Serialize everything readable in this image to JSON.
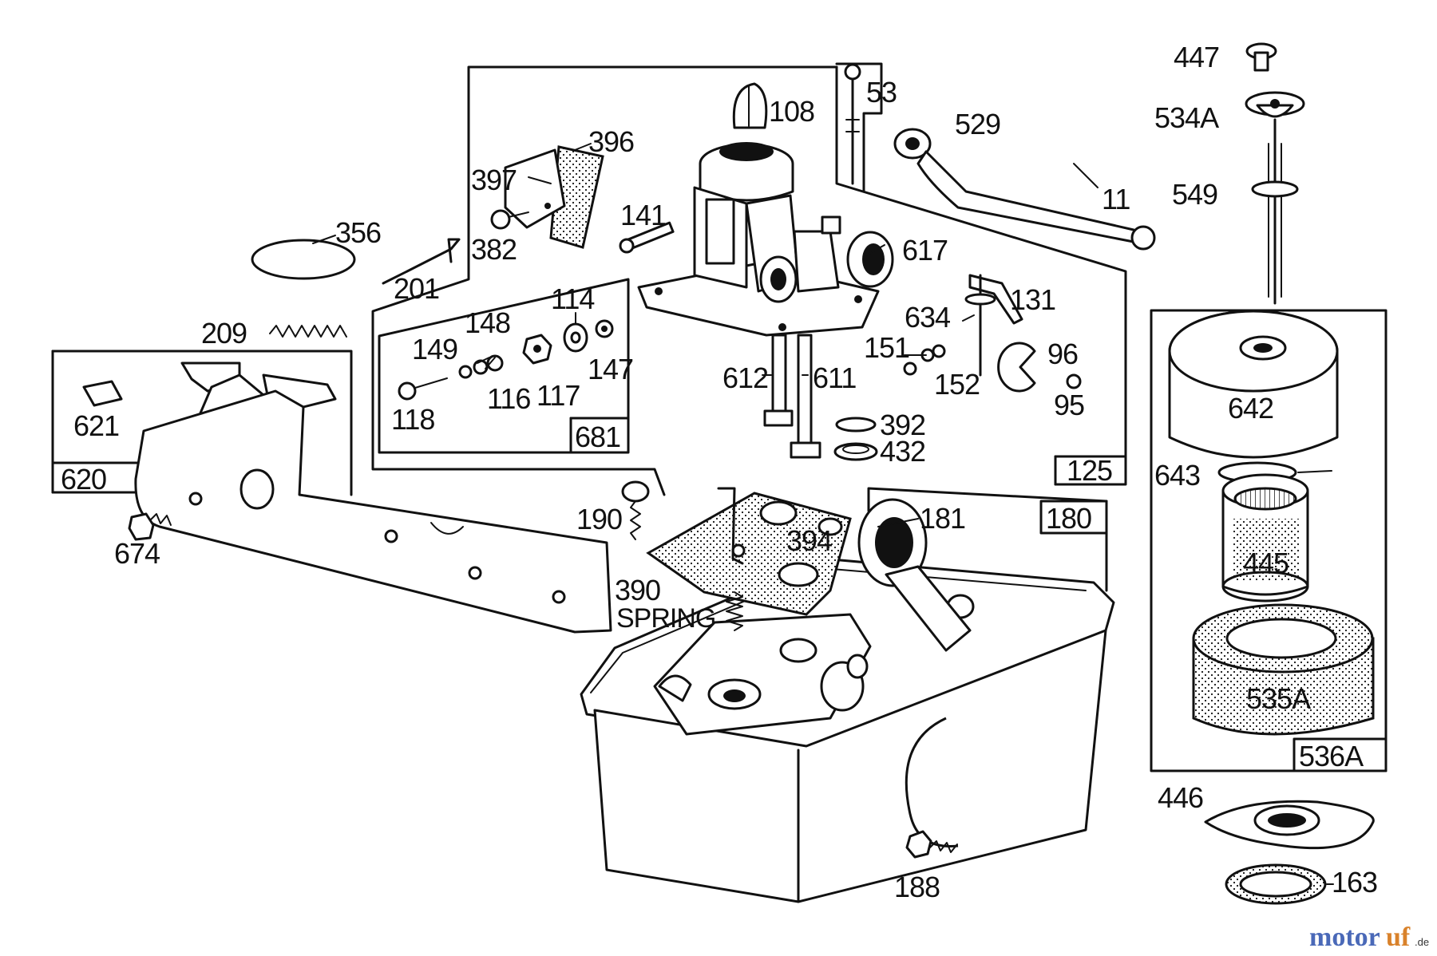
{
  "labels": {
    "p447": "447",
    "p534a": "534A",
    "p549": "549",
    "p108": "108",
    "p53": "53",
    "p529": "529",
    "p11": "11",
    "p396": "396",
    "p397": "397",
    "p141": "141",
    "p356": "356",
    "p382": "382",
    "p617": "617",
    "p201": "201",
    "p114": "114",
    "p148": "148",
    "p131": "131",
    "p634": "634",
    "p209": "209",
    "p149": "149",
    "p147": "147",
    "p151": "151",
    "p96": "96",
    "p612": "612",
    "p611": "611",
    "p152": "152",
    "p95": "95",
    "p642": "642",
    "p621": "621",
    "p116": "116",
    "p117": "117",
    "p118": "118",
    "p681": "681",
    "p392": "392",
    "p432": "432",
    "p125": "125",
    "p643": "643",
    "p620": "620",
    "p190": "190",
    "p181": "181",
    "p180": "180",
    "p674": "674",
    "p394": "394",
    "p445": "445",
    "p390": "390",
    "spring": "SPRING",
    "p535a": "535A",
    "p536a": "536A",
    "p446": "446",
    "p188": "188",
    "p163": "163"
  },
  "watermark": {
    "brand_a": "motor",
    "brand_b": "uf",
    "suffix": ".de",
    "color_a": "#4a69b8",
    "color_b": "#d9822b"
  }
}
